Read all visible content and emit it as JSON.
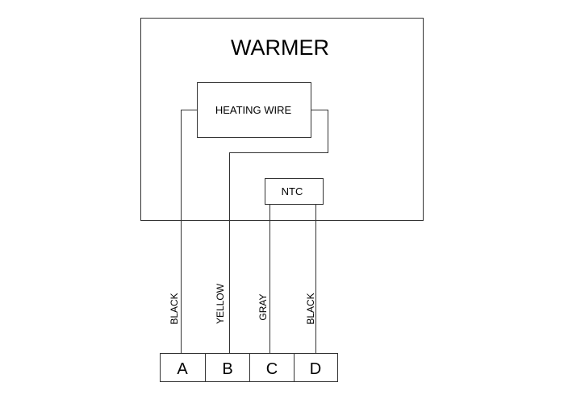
{
  "title": "WARMER",
  "heating_label": "HEATING WIRE",
  "ntc_label": "NTC",
  "wires": [
    {
      "color_label": "BLACK",
      "pin": "A"
    },
    {
      "color_label": "YELLOW",
      "pin": "B"
    },
    {
      "color_label": "GRAY",
      "pin": "C"
    },
    {
      "color_label": "BLACK",
      "pin": "D"
    }
  ]
}
